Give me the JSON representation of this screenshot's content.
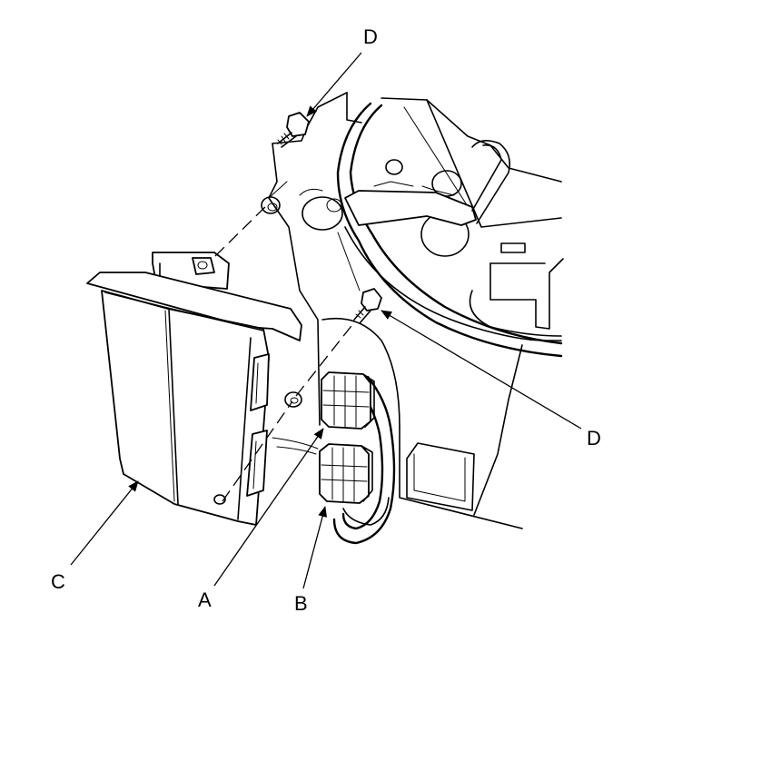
{
  "callouts": {
    "a": "A",
    "b": "B",
    "c": "C",
    "d_top": "D",
    "d_right": "D"
  }
}
